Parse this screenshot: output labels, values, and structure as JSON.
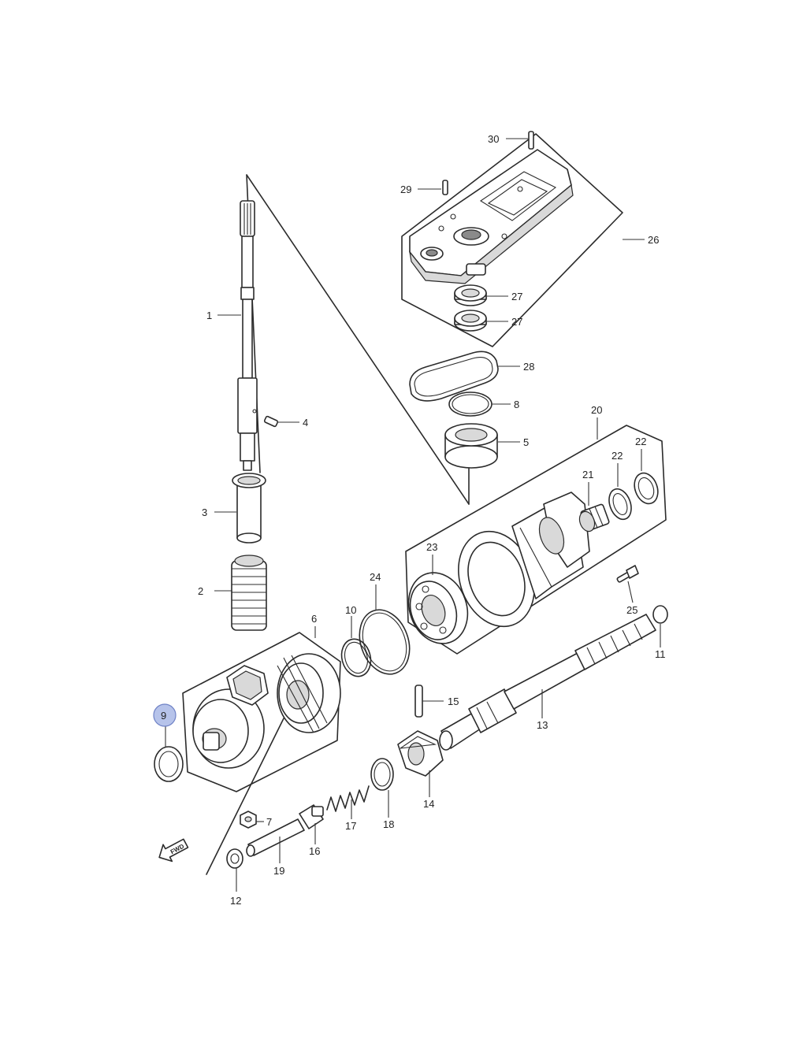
{
  "callouts": [
    {
      "id": "c1",
      "label": "1"
    },
    {
      "id": "c2",
      "label": "2"
    },
    {
      "id": "c3",
      "label": "3"
    },
    {
      "id": "c4",
      "label": "4"
    },
    {
      "id": "c5",
      "label": "5"
    },
    {
      "id": "c6",
      "label": "6"
    },
    {
      "id": "c7",
      "label": "7"
    },
    {
      "id": "c8",
      "label": "8"
    },
    {
      "id": "c9",
      "label": "9",
      "highlighted": true
    },
    {
      "id": "c10",
      "label": "10"
    },
    {
      "id": "c11",
      "label": "11"
    },
    {
      "id": "c12",
      "label": "12"
    },
    {
      "id": "c13",
      "label": "13"
    },
    {
      "id": "c14",
      "label": "14"
    },
    {
      "id": "c15",
      "label": "15"
    },
    {
      "id": "c16",
      "label": "16"
    },
    {
      "id": "c17",
      "label": "17"
    },
    {
      "id": "c18",
      "label": "18"
    },
    {
      "id": "c19",
      "label": "19"
    },
    {
      "id": "c20",
      "label": "20"
    },
    {
      "id": "c21",
      "label": "21"
    },
    {
      "id": "c22a",
      "label": "22"
    },
    {
      "id": "c22b",
      "label": "22"
    },
    {
      "id": "c23",
      "label": "23"
    },
    {
      "id": "c24",
      "label": "24"
    },
    {
      "id": "c25",
      "label": "25"
    },
    {
      "id": "c26",
      "label": "26"
    },
    {
      "id": "c27a",
      "label": "27"
    },
    {
      "id": "c27b",
      "label": "27"
    },
    {
      "id": "c28",
      "label": "28"
    },
    {
      "id": "c29",
      "label": "29"
    },
    {
      "id": "c30",
      "label": "30"
    }
  ],
  "direction_marker": {
    "label": "FWD",
    "icon": "forward-arrow-icon"
  },
  "colors": {
    "line": "#2b2b2b",
    "highlight_fill": "#b6c3ea",
    "highlight_stroke": "#6f82c6",
    "background": "#ffffff"
  }
}
